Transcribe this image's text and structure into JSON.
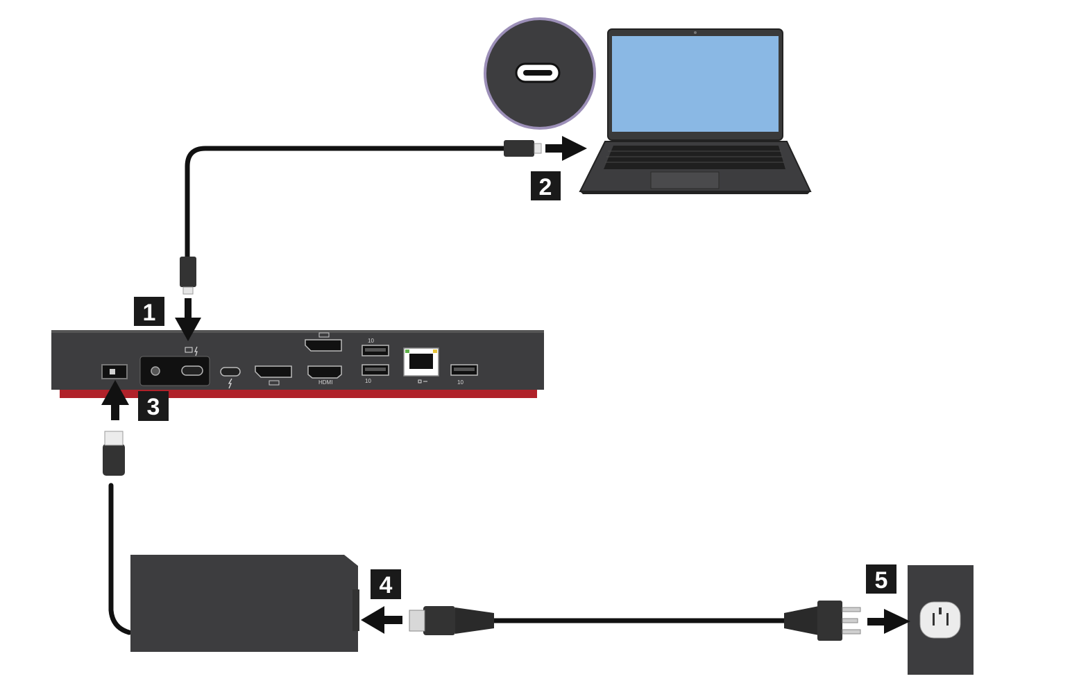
{
  "diagram": {
    "steps": [
      {
        "id": "1",
        "label": "1"
      },
      {
        "id": "2",
        "label": "2"
      },
      {
        "id": "3",
        "label": "3"
      },
      {
        "id": "4",
        "label": "4"
      },
      {
        "id": "5",
        "label": "5"
      }
    ],
    "port_labels": {
      "hdmi": "HDMI",
      "usb_speed_1": "10",
      "usb_speed_2": "10",
      "usb_speed_3": "10"
    },
    "colors": {
      "device_body": "#3d3d3f",
      "dock_accent": "#b0222a",
      "laptop_screen": "#8ab8e4",
      "callout_ring": "#9c8fb8",
      "cable": "#111111",
      "badge": "#1a1a1a",
      "outlet_face": "#ececec"
    },
    "icons": {
      "arrow": "arrow-icon",
      "thunderbolt": "lightning-bolt-icon",
      "ethernet": "ethernet-port-icon"
    }
  }
}
